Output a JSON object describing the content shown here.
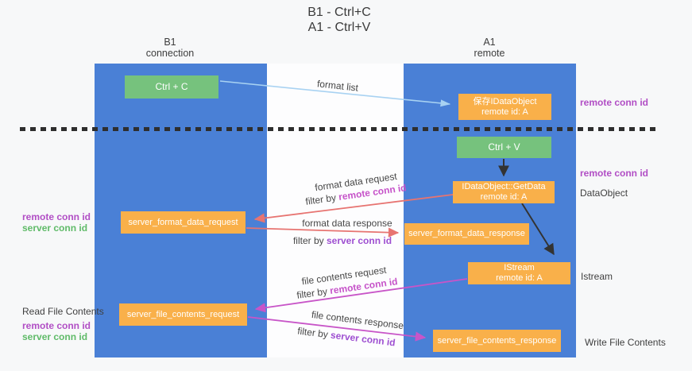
{
  "title": {
    "line1": "B1 - Ctrl+C",
    "line2": "A1 - Ctrl+V"
  },
  "lanes": {
    "left": {
      "name": "B1",
      "sublabel": "connection"
    },
    "right": {
      "name": "A1",
      "sublabel": "remote"
    }
  },
  "boxes": {
    "ctrl_c": {
      "label": "Ctrl + C"
    },
    "save_idataobject": {
      "line1": "保存IDataObject",
      "line2": "remote id: A"
    },
    "ctrl_v": {
      "label": "Ctrl + V"
    },
    "getdata": {
      "line1": "IDataObject::GetData",
      "line2": "remote id: A"
    },
    "format_request": {
      "label": "server_format_data_request"
    },
    "format_response": {
      "label": "server_format_data_response"
    },
    "istream": {
      "line1": "IStream",
      "line2": "remote id: A"
    },
    "file_request": {
      "label": "server_file_contents_request"
    },
    "file_response": {
      "label": "server_file_contents_response"
    }
  },
  "annotations": {
    "format_list": "format list",
    "format_data_request": "format data request",
    "format_data_response": "format data response",
    "file_contents_request": "file contents request",
    "file_contents_response": "file contents response",
    "filter_prefix": "filter by ",
    "remote_conn_id": "remote conn id",
    "server_conn_id": "server conn id"
  },
  "side_labels": {
    "remote_conn_id": "remote conn id",
    "server_conn_id": "server conn id",
    "dataobject": "DataObject",
    "istream": "Istream",
    "read_file_contents": "Read File Contents",
    "write_file_contents": "Write File Contents"
  },
  "colors": {
    "lane_blue": "#4a80d6",
    "box_orange": "#f9b04a",
    "box_green": "#76c27d",
    "arrow_salmon": "#e77471",
    "arrow_magenta": "#c855c8",
    "arrow_lightblue": "#a8d2f2",
    "arrow_black": "#333333",
    "label_purple": "#b14ec5",
    "label_green": "#60bb69",
    "filter_magenta": "#c653c9",
    "filter_purple": "#9e4fd1"
  }
}
